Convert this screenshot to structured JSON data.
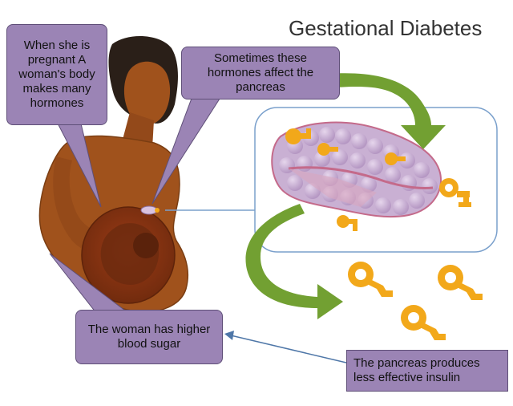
{
  "title": "Gestational Diabetes",
  "callouts": {
    "hormones": "When she is pregnant A woman's body makes many hormones",
    "pancreas": "Sometimes these hormones affect the pancreas",
    "blood_sugar": "The woman has higher blood sugar",
    "insulin": "The pancreas produces less effective insulin"
  },
  "colors": {
    "skin": "#a0521c",
    "skin_dark": "#7a3d12",
    "hair": "#2a1f18",
    "callout_fill": "#9b84b5",
    "arrow_green": "#72a032",
    "pancreas_fill": "#c9b0d3",
    "insulin_orange": "#f2a81a",
    "connector_blue": "#4f77a8"
  }
}
